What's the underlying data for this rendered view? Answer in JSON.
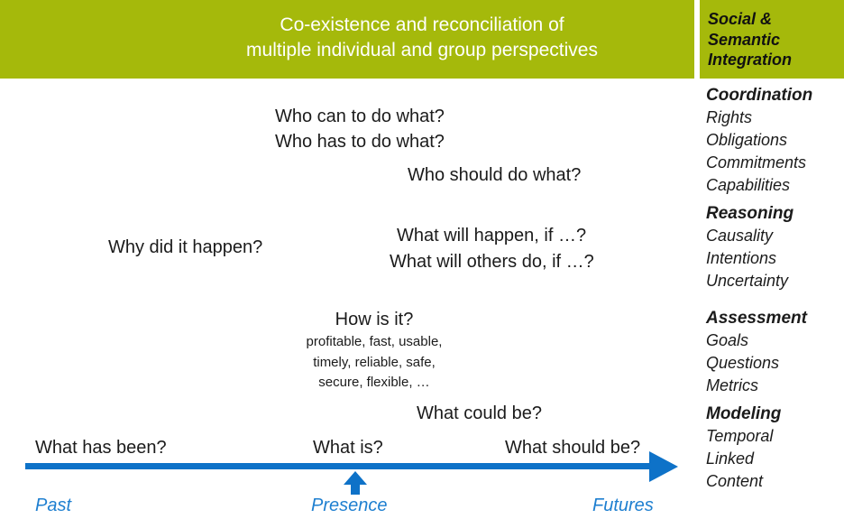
{
  "slide": {
    "colors": {
      "banner_green": "#a5b90b",
      "banner_title_white": "#ffffff",
      "side_label_black": "#111111",
      "arrow_blue": "#0e72c8",
      "timeline_label_blue": "#1e7fd0",
      "body_text_black": "#1b1b1b"
    },
    "header": {
      "title_line1": "Co-existence and reconciliation of",
      "title_line2": "multiple individual and group perspectives",
      "side_label_line1": "Social &",
      "side_label_line2": "Semantic",
      "side_label_line3": "Integration"
    },
    "questions": {
      "who_can": "Who can to do what?",
      "who_has": "Who has to do what?",
      "who_should": "Who should do what?",
      "why_did": "Why did it happen?",
      "what_will_happen": "What will happen, if …?",
      "what_will_others": "What will others do, if …?",
      "how_is_it": "How is it?",
      "how_line1": "profitable, fast, usable,",
      "how_line2": "timely, reliable, safe,",
      "how_line3": "secure, flexible, …",
      "what_could_be": "What could be?",
      "what_has_been": "What has been?",
      "what_is": "What is?",
      "what_should_be": "What should be?"
    },
    "categories": [
      {
        "title": "Coordination",
        "items": [
          "Rights",
          "Obligations",
          "Commitments",
          "Capabilities"
        ]
      },
      {
        "title": "Reasoning",
        "items": [
          "Causality",
          "Intentions",
          "Uncertainty"
        ]
      },
      {
        "title": "Assessment",
        "items": [
          "Goals",
          "Questions",
          "Metrics"
        ]
      },
      {
        "title": "Modeling",
        "items": [
          "Temporal",
          "Linked",
          "Content"
        ]
      }
    ],
    "timeline": {
      "past": "Past",
      "presence": "Presence",
      "futures": "Futures"
    }
  }
}
